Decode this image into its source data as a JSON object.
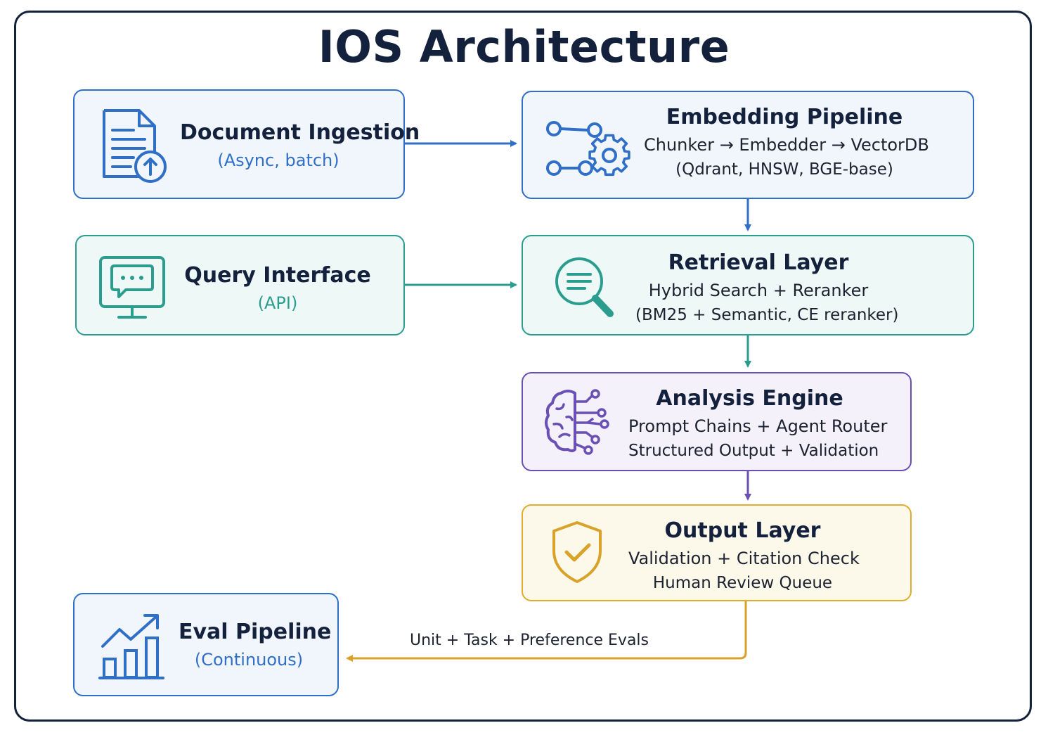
{
  "title": "IOS Architecture",
  "nodes": {
    "ingestion": {
      "title": "Document Ingestion",
      "sub": "(Async, batch)",
      "icon": "document-upload-icon"
    },
    "embedding": {
      "title": "Embedding Pipeline",
      "line1": "Chunker → Embedder → VectorDB",
      "line2": "(Qdrant, HNSW, BGE-base)",
      "icon": "pipeline-gear-icon"
    },
    "query": {
      "title": "Query Interface",
      "sub": "(API)",
      "icon": "monitor-chat-icon"
    },
    "retrieval": {
      "title": "Retrieval Layer",
      "line1": "Hybrid Search + Reranker",
      "line2": "(BM25 + Semantic, CE reranker)",
      "icon": "search-icon"
    },
    "analysis": {
      "title": "Analysis Engine",
      "line1": "Prompt Chains + Agent Router",
      "line2": "Structured Output + Validation",
      "icon": "brain-circuit-icon"
    },
    "output": {
      "title": "Output Layer",
      "line1": "Validation + Citation Check",
      "line2": "Human Review Queue",
      "icon": "shield-check-icon"
    },
    "eval": {
      "title": "Eval Pipeline",
      "sub": "(Continuous)",
      "icon": "growth-chart-icon"
    }
  },
  "edges": {
    "output_to_eval_label": "Unit + Task + Preference Evals"
  },
  "colors": {
    "blue": "#2f6fc7",
    "teal": "#2a9d8f",
    "purple": "#6a4fb5",
    "gold": "#d9a32a",
    "navy": "#14213d"
  }
}
